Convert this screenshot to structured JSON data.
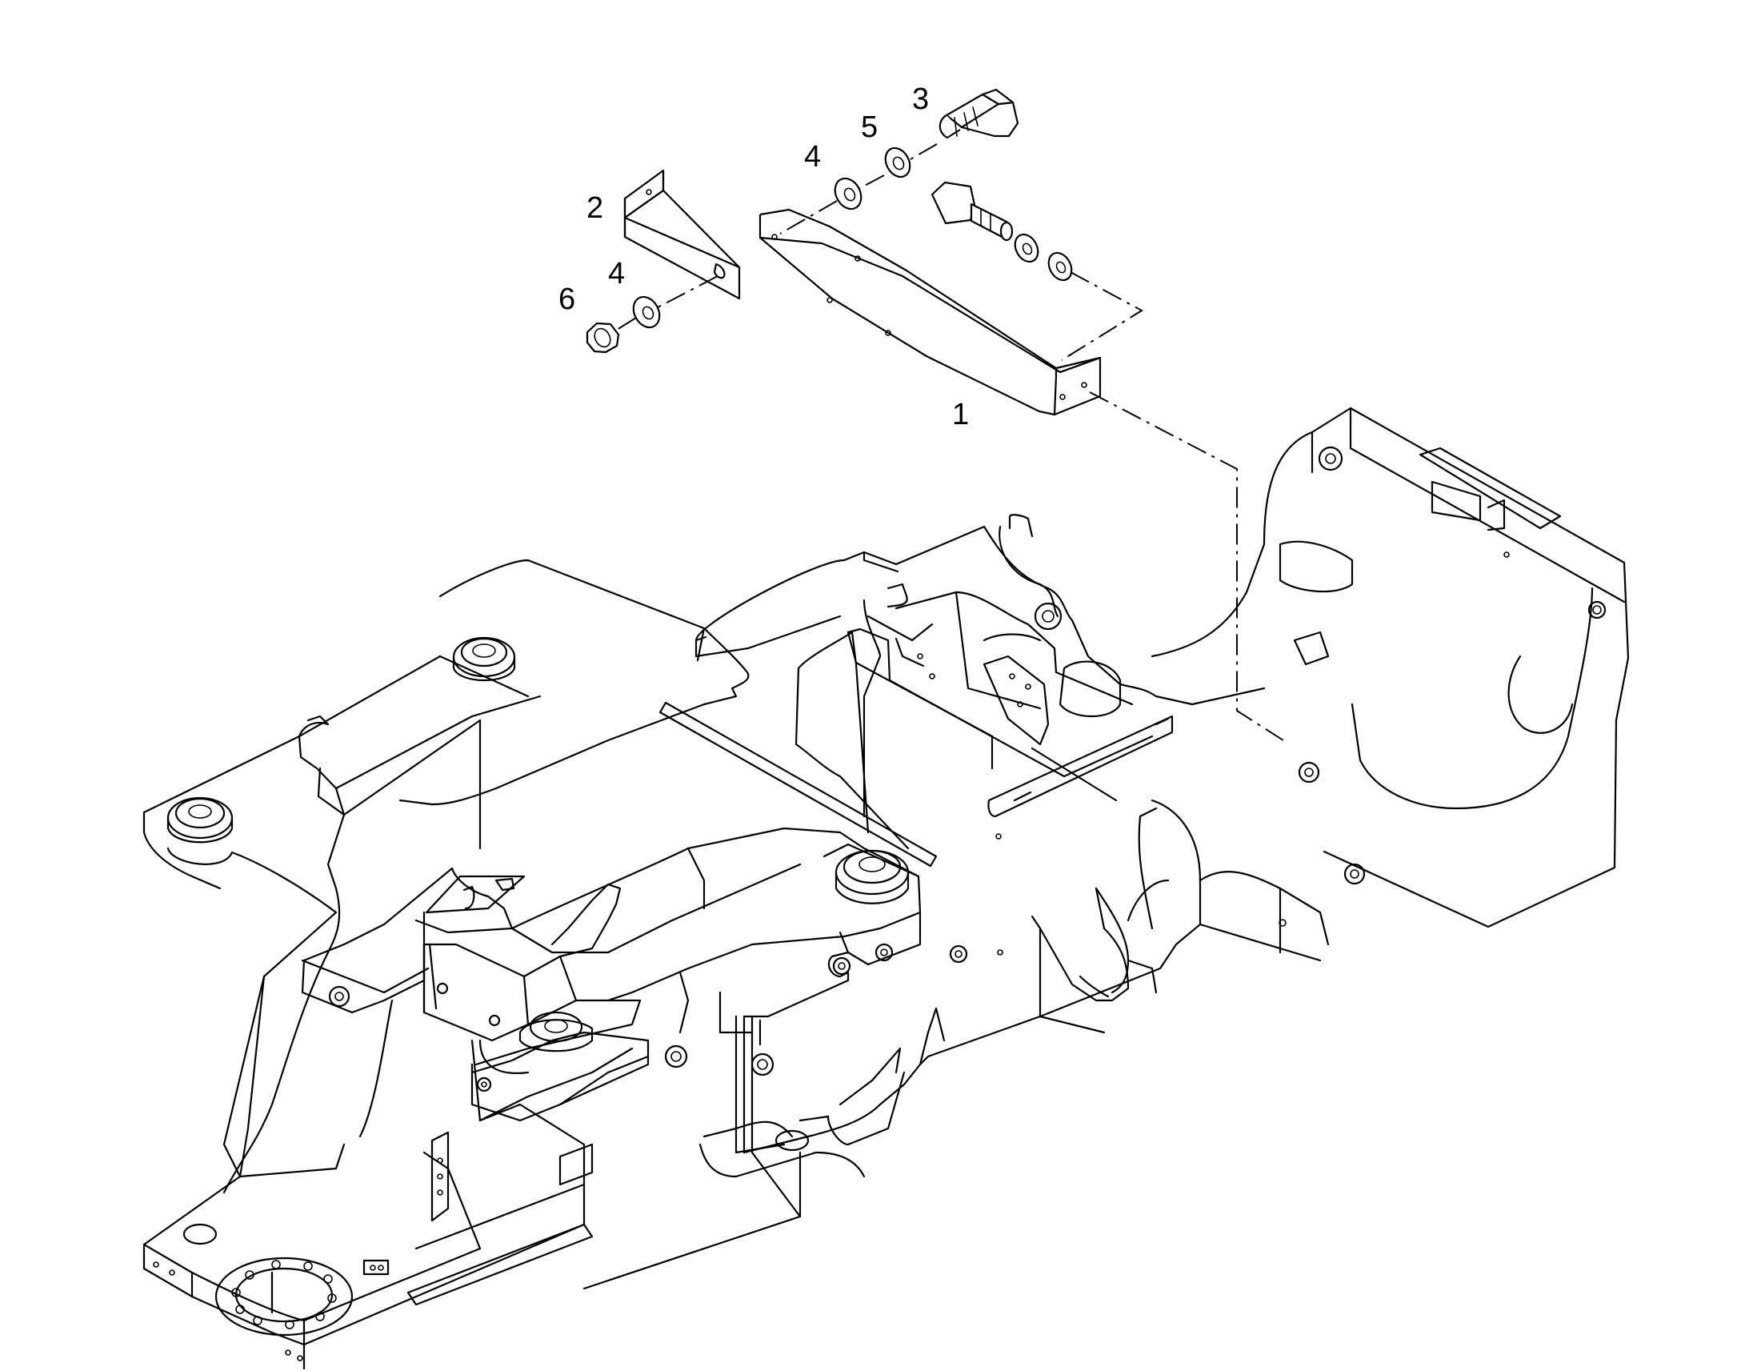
{
  "diagram": {
    "callouts": [
      {
        "id": "c1",
        "text": "1"
      },
      {
        "id": "c2",
        "text": "2"
      },
      {
        "id": "c3",
        "text": "3"
      },
      {
        "id": "c4a",
        "text": "4"
      },
      {
        "id": "c4b",
        "text": "4"
      },
      {
        "id": "c5",
        "text": "5"
      },
      {
        "id": "c6",
        "text": "6"
      }
    ]
  }
}
